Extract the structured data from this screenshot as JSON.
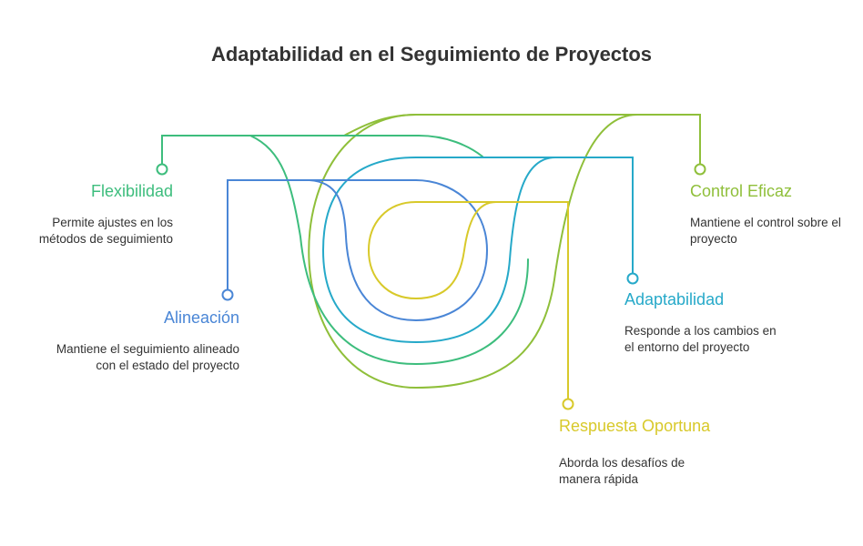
{
  "title": "Adaptabilidad en el Seguimiento de Proyectos",
  "colors": {
    "flexibilidad": "#3dbd7d",
    "alineacion": "#4a86d6",
    "control": "#8fbf3a",
    "adaptabilidad": "#26a9c9",
    "respuesta": "#d8c92a",
    "text": "#333333"
  },
  "items": {
    "flexibilidad": {
      "title": "Flexibilidad",
      "desc": "Permite ajustes en los métodos de seguimiento"
    },
    "alineacion": {
      "title": "Alineación",
      "desc": "Mantiene el seguimiento alineado con el estado del proyecto"
    },
    "control": {
      "title": "Control Eficaz",
      "desc": "Mantiene el control sobre el proyecto"
    },
    "adaptabilidad": {
      "title": "Adaptabilidad",
      "desc": "Responde a los cambios en el entorno del proyecto"
    },
    "respuesta": {
      "title": "Respuesta Oportuna",
      "desc": "Aborda los desafíos de manera rápida"
    }
  }
}
